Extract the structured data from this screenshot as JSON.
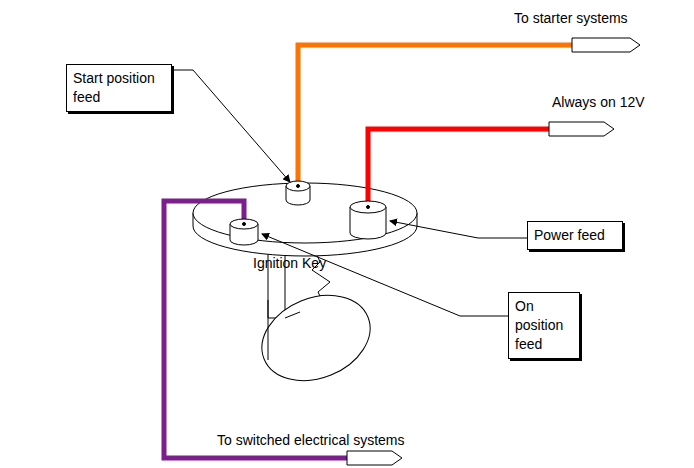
{
  "diagram": {
    "nodes": [
      {
        "text": [
          "Start position feed"
        ]
      },
      {
        "text": [
          "Ignition Key"
        ]
      },
      {
        "text": [
          "Power feed"
        ]
      },
      {
        "text": [
          "On position feed"
        ]
      }
    ],
    "labels": [
      "To starter systems",
      "Always on 12V",
      "To switched electrical systems"
    ]
  }
}
